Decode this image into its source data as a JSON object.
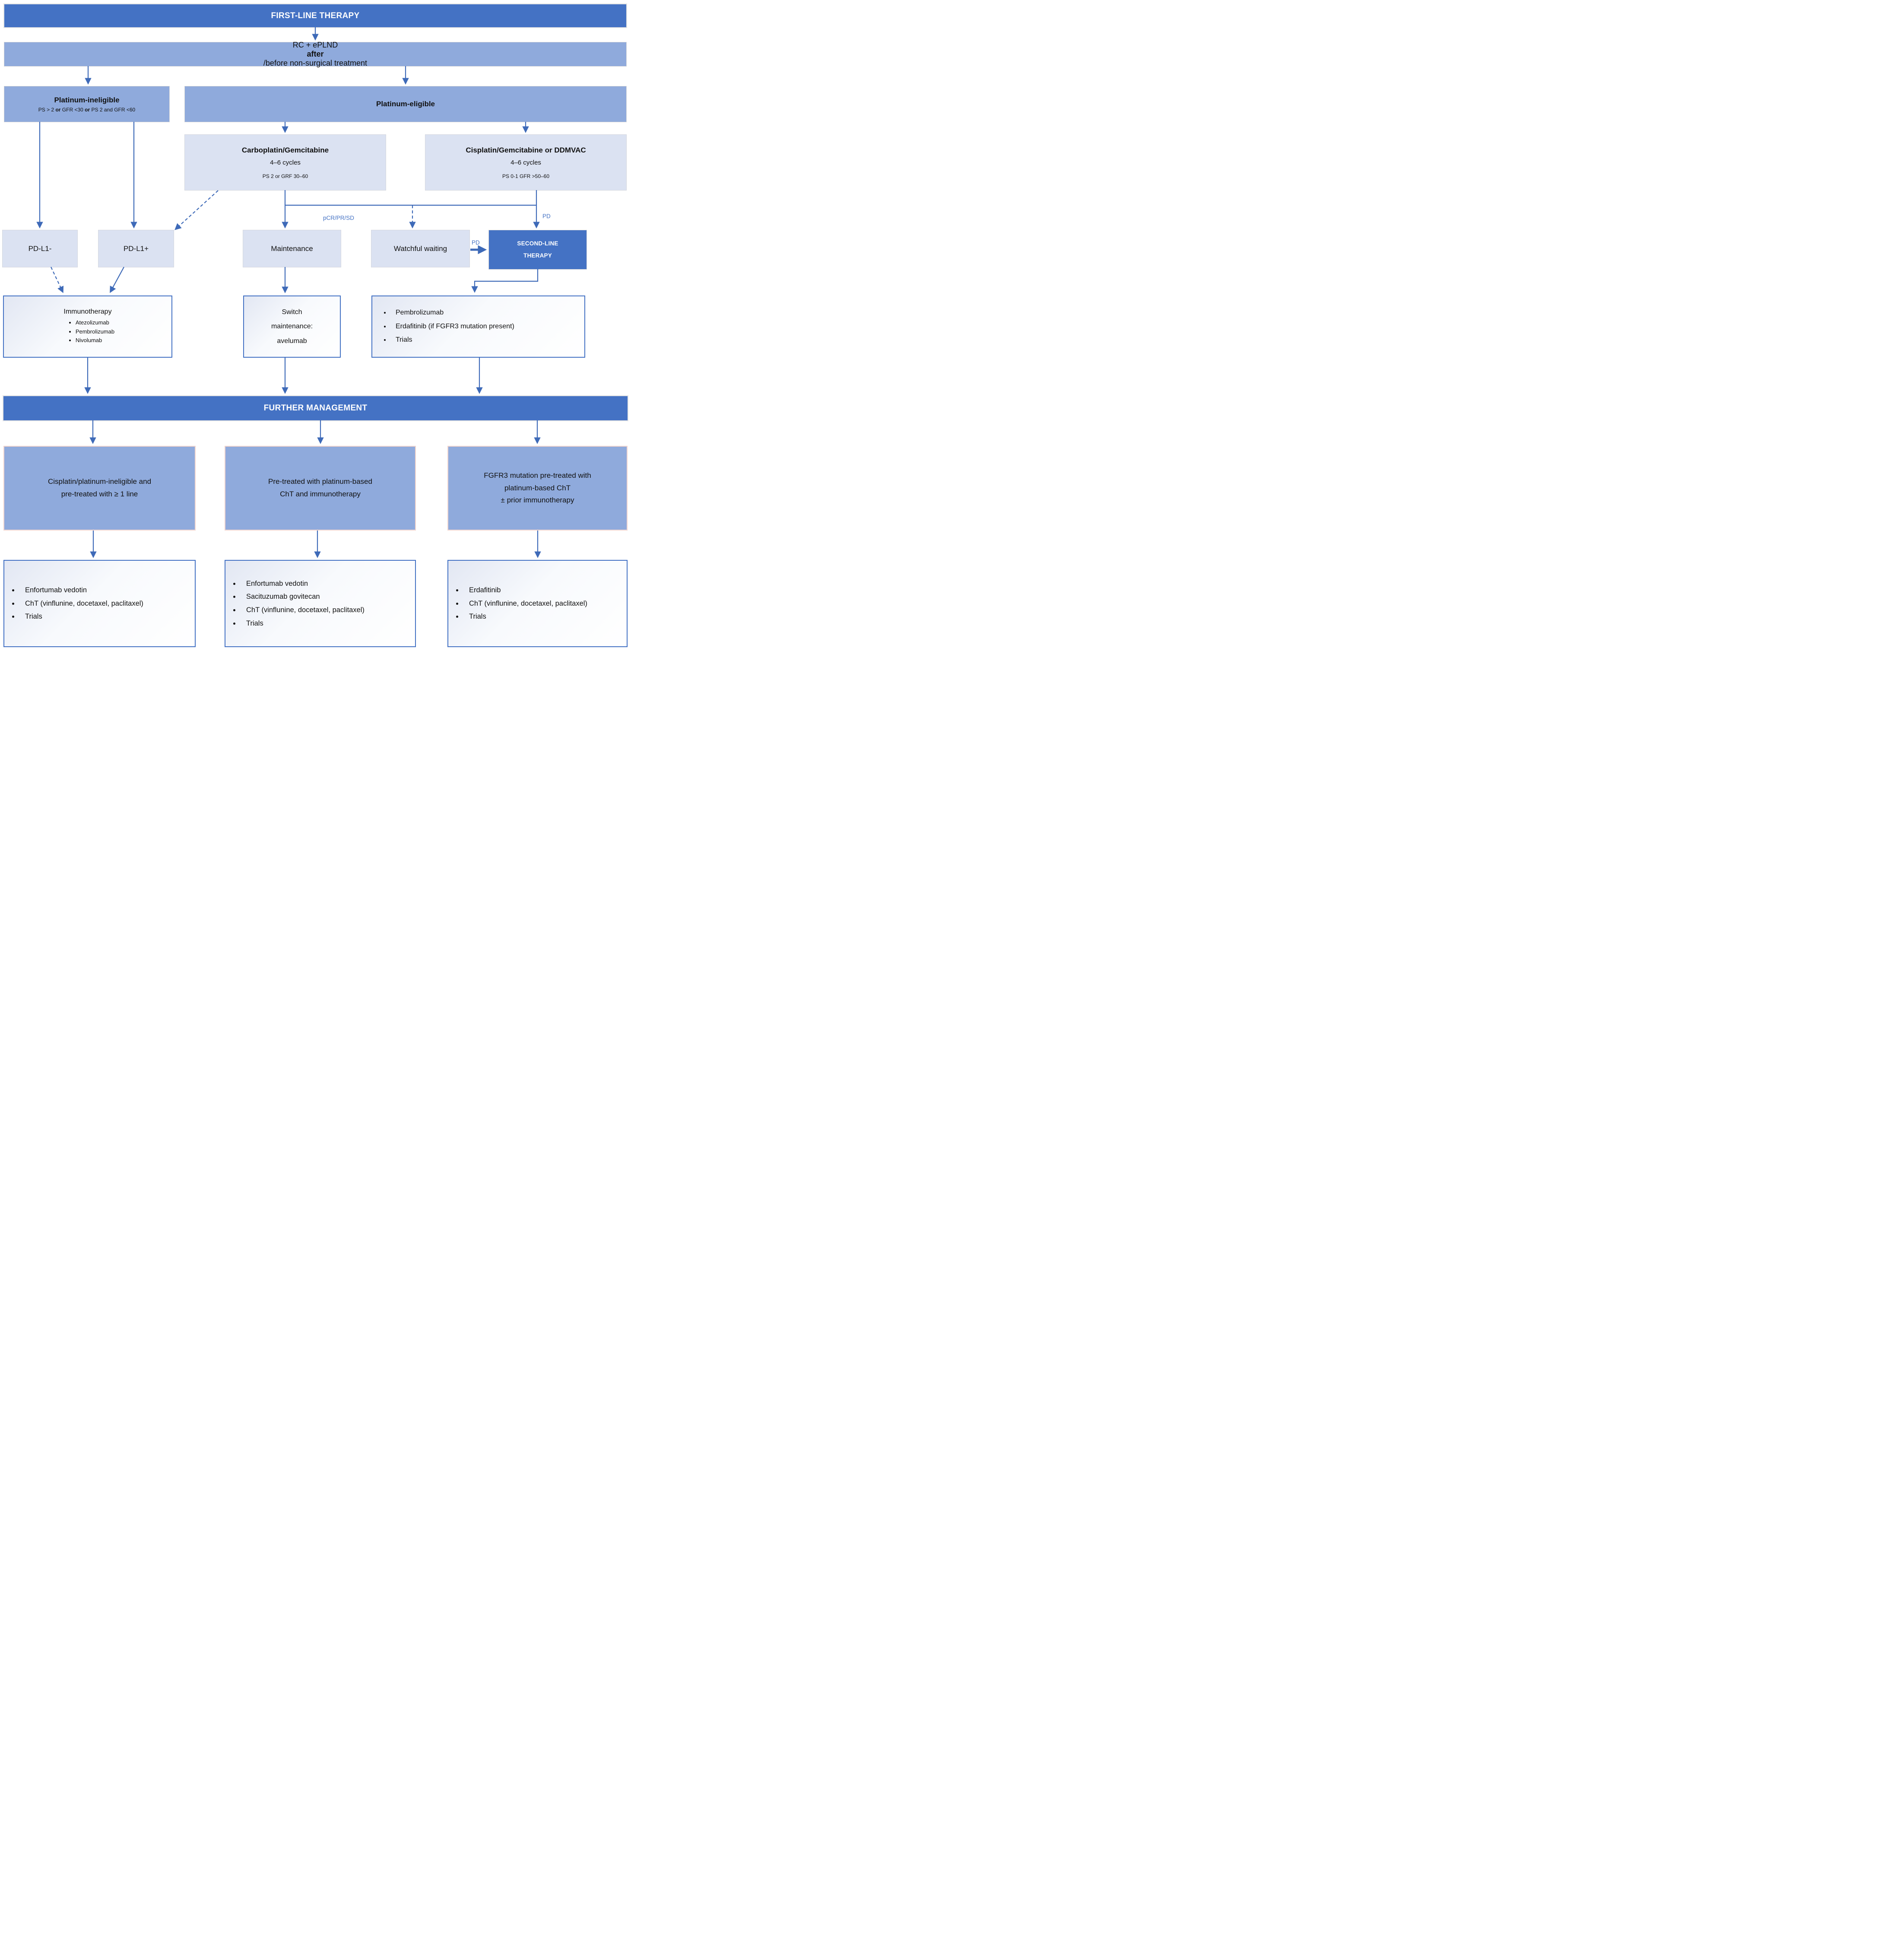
{
  "colors": {
    "dark_blue": "#4472c4",
    "medium_blue": "#8faadc",
    "light_blue": "#dbe2f2",
    "arrow_blue": "#3e6ab8",
    "group_border_pink": "#f0d4ce"
  },
  "banners": {
    "first_line": "FIRST-LINE THERAPY",
    "further_management": "FURTHER MANAGEMENT"
  },
  "rc_box": {
    "segments": [
      {
        "t": "RC + ePLND "
      },
      {
        "t": "after",
        "b": true
      },
      {
        "t": "/before non-surgical treatment"
      }
    ]
  },
  "platinum_ineligible": {
    "title": "Platinum-ineligible",
    "criteria_segments": [
      {
        "t": "PS > 2 "
      },
      {
        "t": "or",
        "b": true
      },
      {
        "t": " GFR <30 "
      },
      {
        "t": "or",
        "b": true
      },
      {
        "t": " PS 2 and GFR <60"
      }
    ]
  },
  "platinum_eligible": {
    "title": "Platinum-eligible"
  },
  "carboplatin": {
    "title": "Carboplatin/Gemcitabine",
    "cycles": "4–6 cycles",
    "criteria": "PS 2 or GRF 30–60"
  },
  "cisplatin": {
    "title": "Cisplatin/Gemcitabine or DDMVAC",
    "cycles": "4–6 cycles",
    "criteria": "PS 0-1 GFR >50–60"
  },
  "pdl1_negative": {
    "label": "PD-L1-"
  },
  "pdl1_positive": {
    "label": "PD-L1+"
  },
  "maintenance": {
    "label": "Maintenance"
  },
  "watchful_waiting": {
    "label": "Watchful waiting"
  },
  "second_line_therapy": {
    "label": "SECOND-LINE THERAPY"
  },
  "arrow_labels": {
    "response": "pCR/PR/SD",
    "pd_progression": "PD",
    "pd_watchful": "PD"
  },
  "immunotherapy": {
    "title": "Immunotherapy",
    "items": [
      "Atezolizumab",
      "Pembrolizumab",
      "Nivolumab"
    ]
  },
  "switch_maintenance": {
    "label": "Switch maintenance: avelumab"
  },
  "second_line_options": {
    "items": [
      "Pembrolizumab",
      "Erdafitinib (if FGFR3 mutation present)",
      "Trials"
    ]
  },
  "further_management_groups": {
    "group1": {
      "line1": "Cisplatin/platinum-ineligible and",
      "line2": "pre-treated with ≥ 1 line"
    },
    "group2": {
      "line1": "Pre-treated with platinum-based",
      "line2": "ChT and immunotherapy"
    },
    "group3": {
      "line1": "FGFR3 mutation pre-treated with",
      "line2": "platinum-based ChT",
      "line3": "± prior immunotherapy"
    }
  },
  "further_options": {
    "group1": {
      "items": [
        "Enfortumab vedotin",
        "ChT (vinflunine, docetaxel, paclitaxel)",
        "Trials"
      ]
    },
    "group2": {
      "items": [
        "Enfortumab vedotin",
        "Sacituzumab govitecan",
        "ChT (vinflunine, docetaxel, paclitaxel)",
        "Trials"
      ]
    },
    "group3": {
      "items": [
        "Erdafitinib",
        "ChT (vinflunine, docetaxel, paclitaxel)",
        "Trials"
      ]
    }
  }
}
